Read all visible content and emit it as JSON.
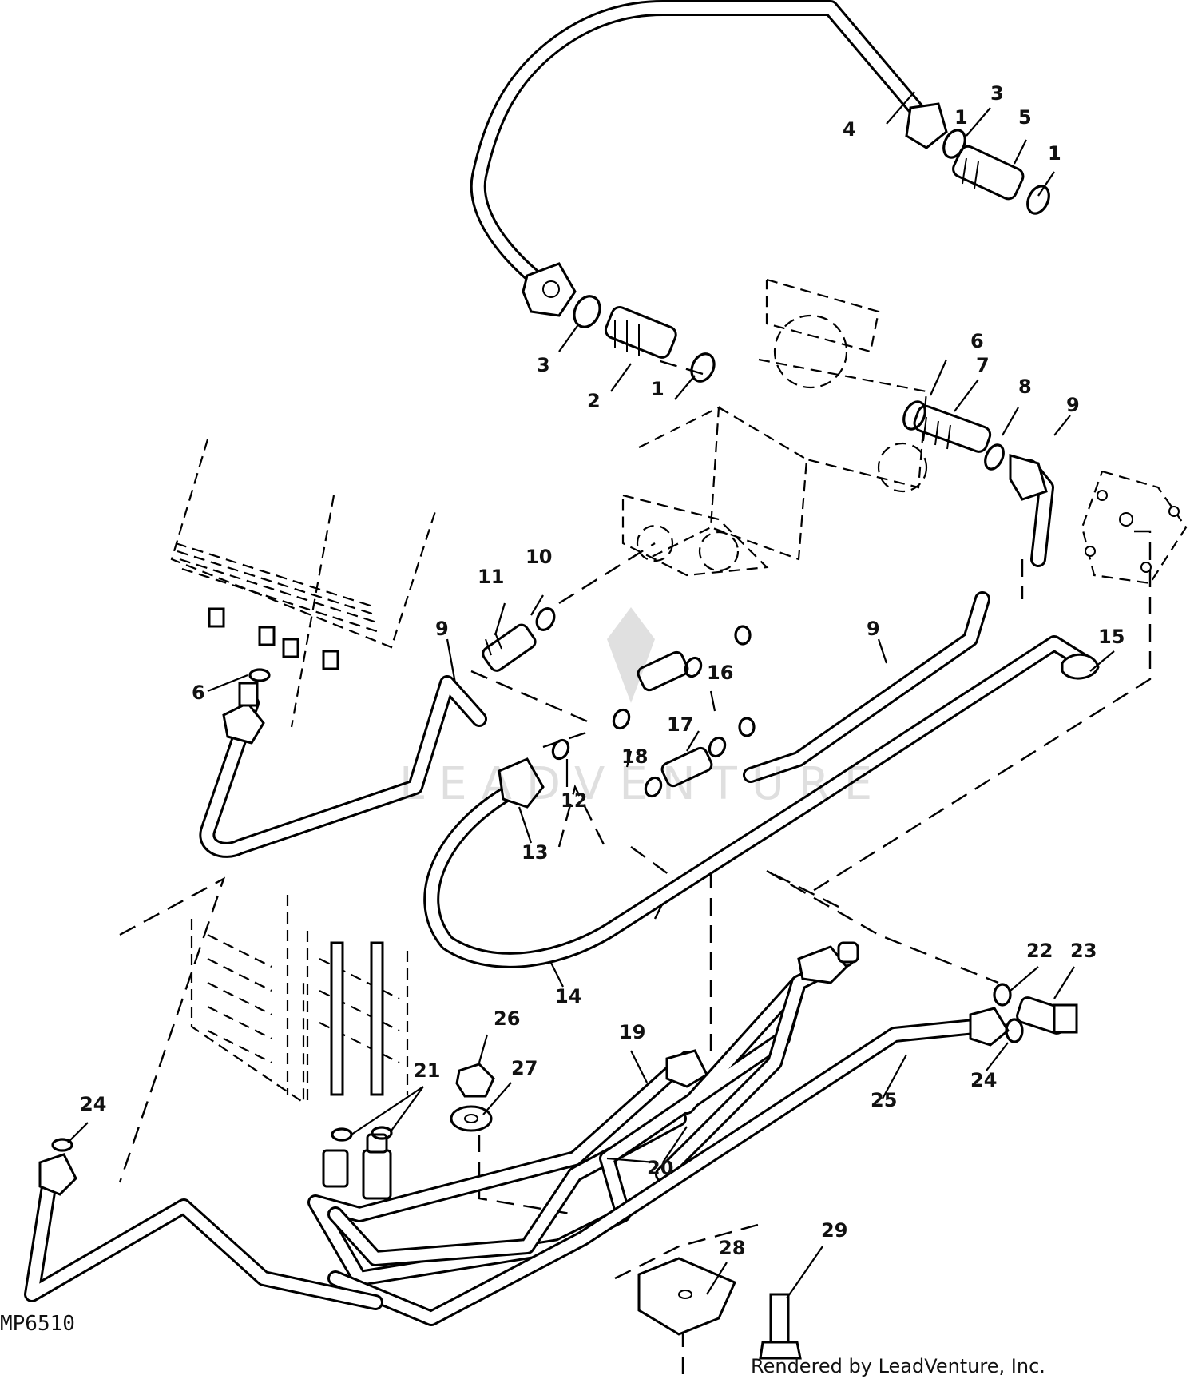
{
  "figure_code": "MP6510",
  "credit": "Rendered by LeadVenture, Inc.",
  "watermark": "LEADVENTURE",
  "callouts": [
    {
      "id": "c1a",
      "text": "1"
    },
    {
      "id": "c1b",
      "text": "1"
    },
    {
      "id": "c2",
      "text": "2"
    },
    {
      "id": "c3a",
      "text": "3"
    },
    {
      "id": "c3b",
      "text": "3"
    },
    {
      "id": "c4",
      "text": "4"
    },
    {
      "id": "c5",
      "text": "5"
    },
    {
      "id": "c6a",
      "text": "6"
    },
    {
      "id": "c6b",
      "text": "6"
    },
    {
      "id": "c7",
      "text": "7"
    },
    {
      "id": "c8",
      "text": "8"
    },
    {
      "id": "c9a",
      "text": "9"
    },
    {
      "id": "c9b",
      "text": "9"
    },
    {
      "id": "c9c",
      "text": "9"
    },
    {
      "id": "c10",
      "text": "10"
    },
    {
      "id": "c11",
      "text": "11"
    },
    {
      "id": "c12",
      "text": "12"
    },
    {
      "id": "c13",
      "text": "13"
    },
    {
      "id": "c14",
      "text": "14"
    },
    {
      "id": "c15",
      "text": "15"
    },
    {
      "id": "c16",
      "text": "16"
    },
    {
      "id": "c17",
      "text": "17"
    },
    {
      "id": "c18",
      "text": "18"
    },
    {
      "id": "c19",
      "text": "19"
    },
    {
      "id": "c20",
      "text": "20"
    },
    {
      "id": "c21",
      "text": "21"
    },
    {
      "id": "c22",
      "text": "22"
    },
    {
      "id": "c23",
      "text": "23"
    },
    {
      "id": "c24a",
      "text": "24"
    },
    {
      "id": "c24b",
      "text": "24"
    },
    {
      "id": "c25",
      "text": "25"
    },
    {
      "id": "c26",
      "text": "26"
    },
    {
      "id": "c27",
      "text": "27"
    },
    {
      "id": "c28",
      "text": "28"
    },
    {
      "id": "c29",
      "text": "29"
    }
  ]
}
